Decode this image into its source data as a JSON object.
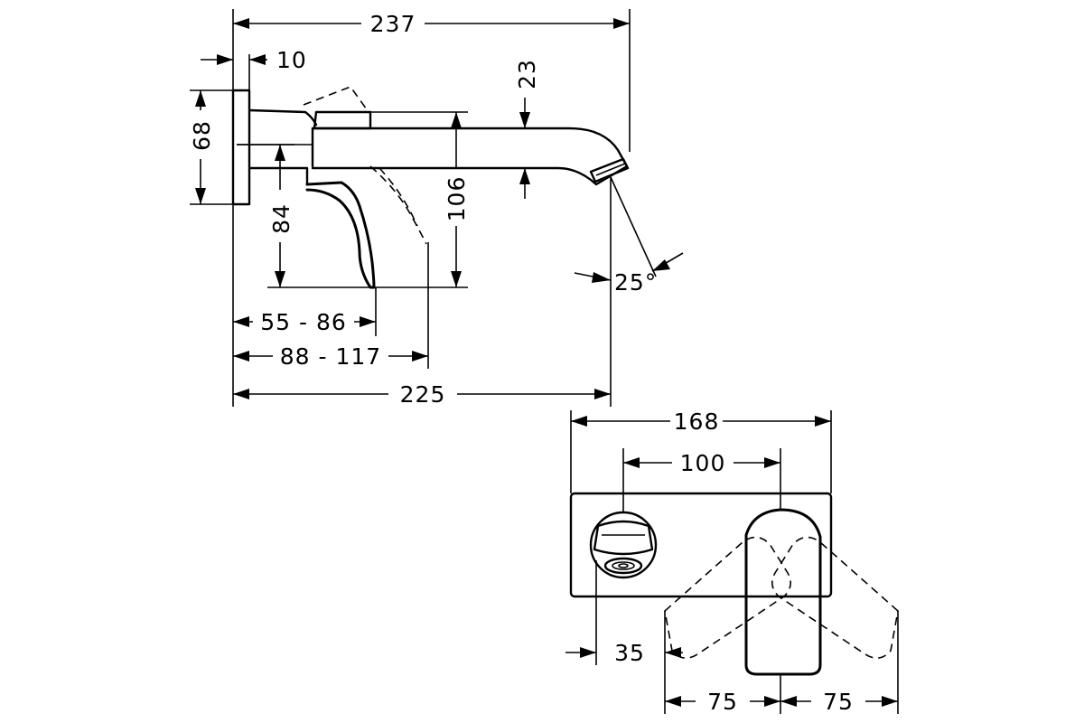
{
  "side_view": {
    "overall_depth": "237",
    "wall_plate_thickness": "10",
    "wall_plate_height": "68",
    "spout_height": "23",
    "handle_height": "84",
    "total_height": "106",
    "lever_reach": "55 - 86",
    "lever_reach_open": "88 - 117",
    "spout_projection": "225",
    "spout_angle": "25°"
  },
  "front_view": {
    "plate_width": "168",
    "center_distance": "100",
    "aerator_offset": "35",
    "lever_swing_left": "75",
    "lever_swing_right": "75"
  }
}
